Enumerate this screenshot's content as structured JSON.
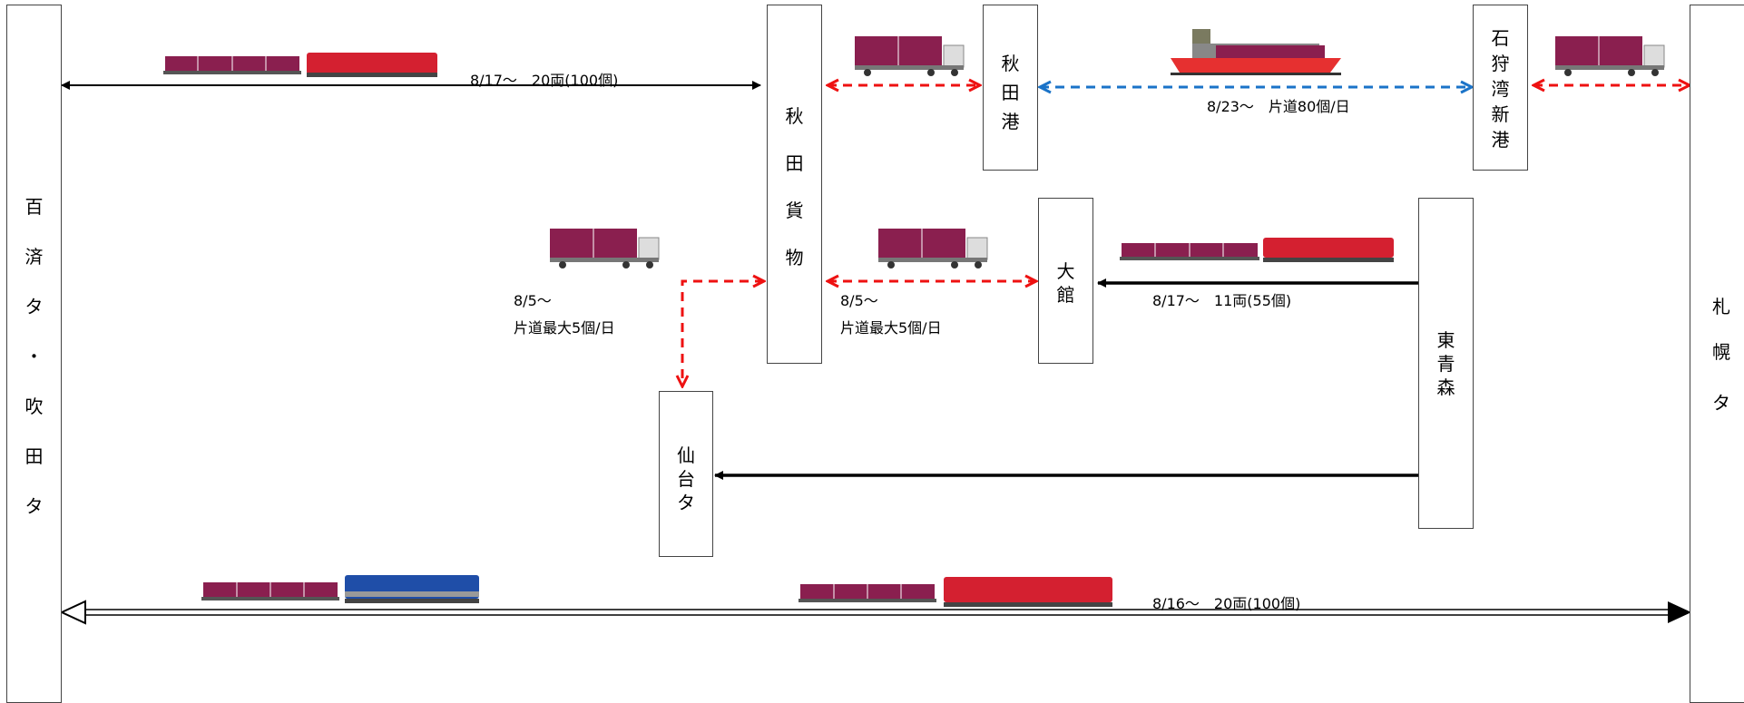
{
  "stations": {
    "left": {
      "label": "百済タ・吹田タ",
      "chars": [
        "百",
        "済",
        "タ",
        "・",
        "吹",
        "田",
        "タ"
      ]
    },
    "right": {
      "label": "札幌タ",
      "chars": [
        "札",
        "幌",
        "タ"
      ]
    },
    "akita_kamotsu": {
      "label": "秋田貨物",
      "chars": [
        "秋",
        "田",
        "貨",
        "物"
      ]
    },
    "akita_port": {
      "label": "秋田港",
      "chars": [
        "秋",
        "田",
        "港"
      ]
    },
    "ishikari": {
      "label": "石狩湾新港",
      "chars": [
        "石",
        "狩",
        "湾",
        "新",
        "港"
      ]
    },
    "odate": {
      "label": "大館",
      "chars": [
        "大",
        "館"
      ]
    },
    "higashi_aomori": {
      "label": "東青森",
      "chars": [
        "東",
        "青",
        "森"
      ]
    },
    "sendai": {
      "label": "仙台タ",
      "chars": [
        "仙",
        "台",
        "タ"
      ]
    }
  },
  "routes": {
    "top_rail": {
      "text": "8/17～　20両(100個)"
    },
    "ship": {
      "text": "8/23～　片道80個/日"
    },
    "truck_sendai": {
      "date": "8/5～",
      "text": "片道最大5個/日"
    },
    "truck_odate": {
      "date": "8/5～",
      "text": "片道最大5個/日"
    },
    "odate_rail": {
      "text": "8/17～　11両(55個)"
    },
    "bottom_rail": {
      "text": "8/16～　20両(100個)"
    }
  },
  "colors": {
    "rail_arrow": "#000000",
    "truck_arrow": "#ee1111",
    "ship_arrow": "#1a73c8",
    "container": "#8a1f4f",
    "loco_red": "#d42030",
    "loco_blue": "#1f4ea8"
  }
}
